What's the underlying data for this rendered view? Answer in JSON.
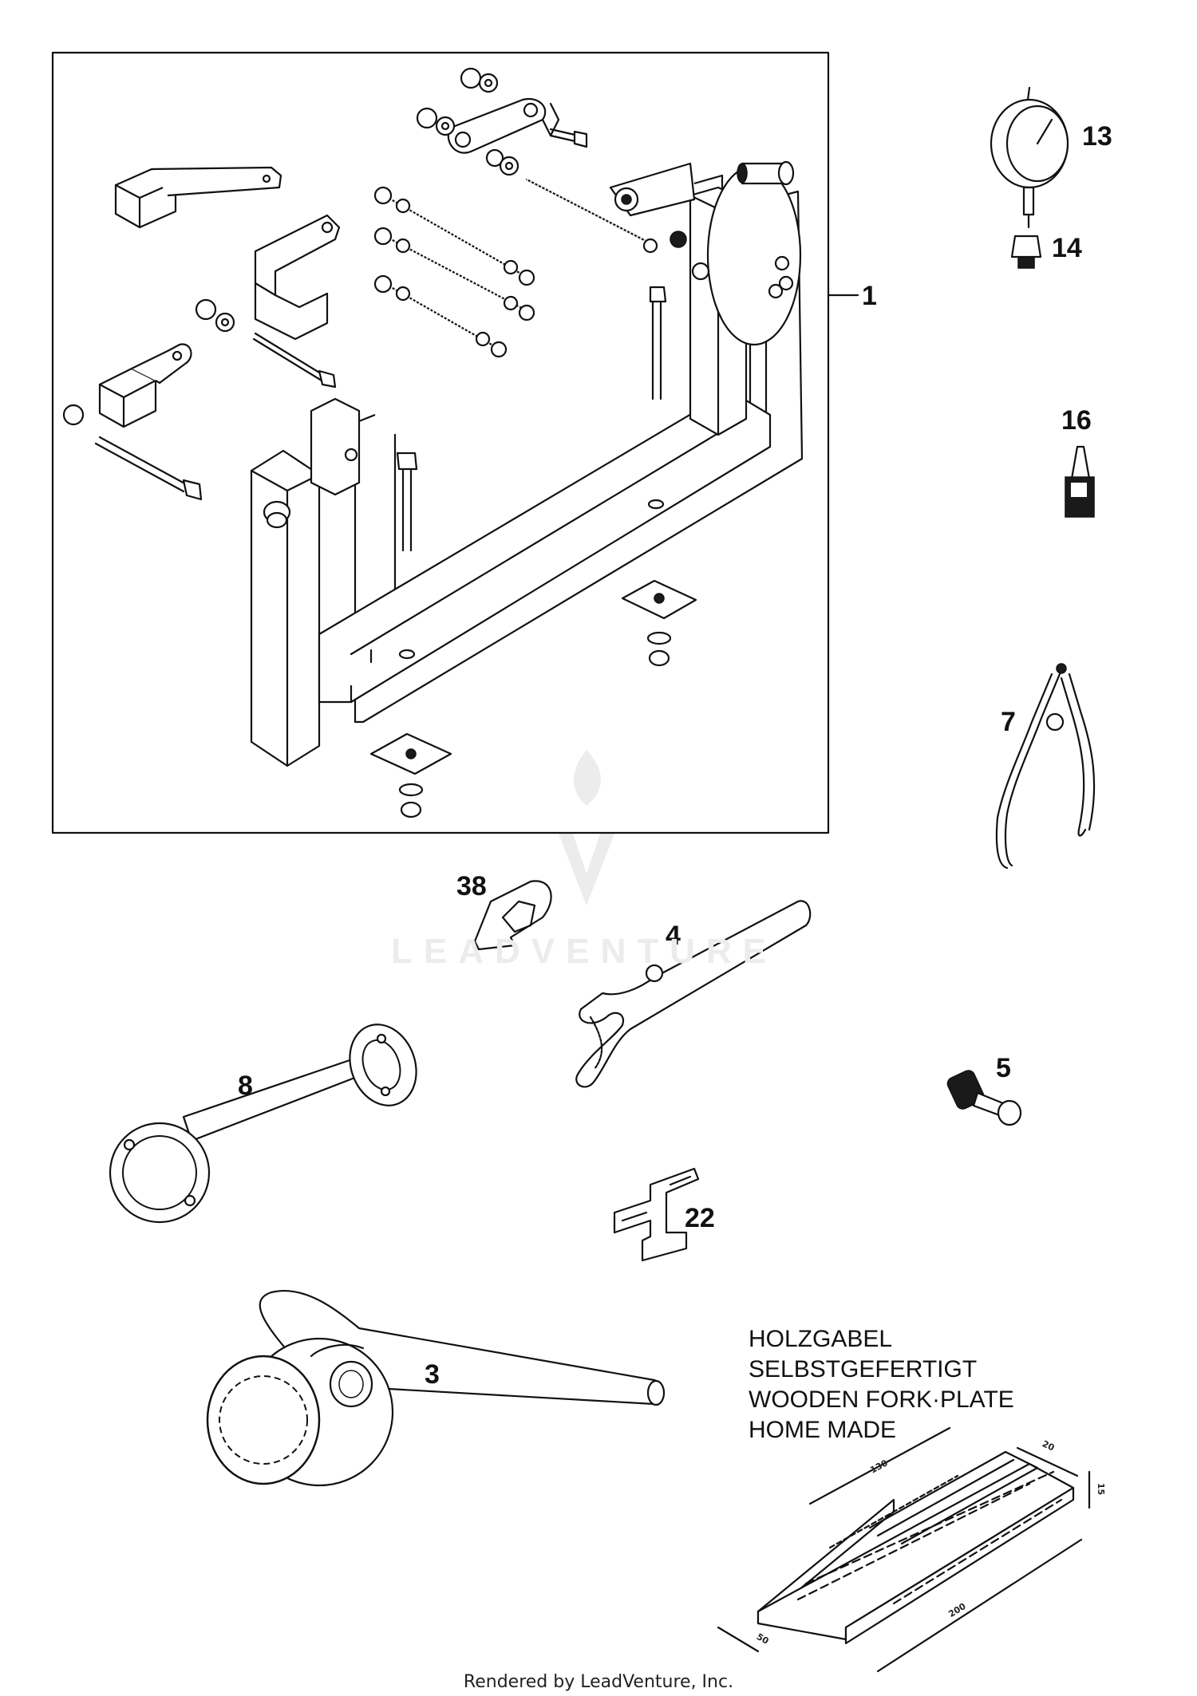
{
  "callouts": {
    "c1": "1",
    "c13": "13",
    "c14": "14",
    "c16": "16",
    "c7": "7",
    "c38": "38",
    "c4": "4",
    "c8": "8",
    "c5": "5",
    "c22": "22",
    "c3": "3"
  },
  "note_lines": [
    "HOLZGABEL",
    "SELBSTGEFERTIGT",
    "WOODEN FORK·PLATE",
    "HOME MADE"
  ],
  "dimensions": {
    "d130": "130",
    "d20": "20",
    "d15": "15",
    "d50": "50",
    "d200": "200"
  },
  "watermark": "LEADVENTURE",
  "footer": "Rendered by LeadVenture, Inc."
}
